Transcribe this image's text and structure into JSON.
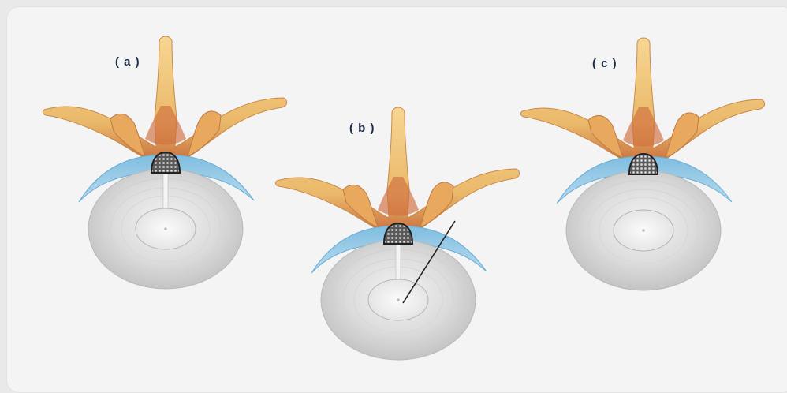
{
  "figure": {
    "panels": [
      {
        "id": "a",
        "label": "( a )"
      },
      {
        "id": "b",
        "label": "( b )"
      },
      {
        "id": "c",
        "label": "( c )"
      }
    ],
    "colors": {
      "bone": "#f3c97a",
      "bone_shadow": "#c96b3a",
      "ligament": "#8ec6e4",
      "disc": "#dcdcdc",
      "nucleus": "#f2f2f2",
      "fragment": "#3a3a3a",
      "needle": "#2a2a2a"
    }
  }
}
